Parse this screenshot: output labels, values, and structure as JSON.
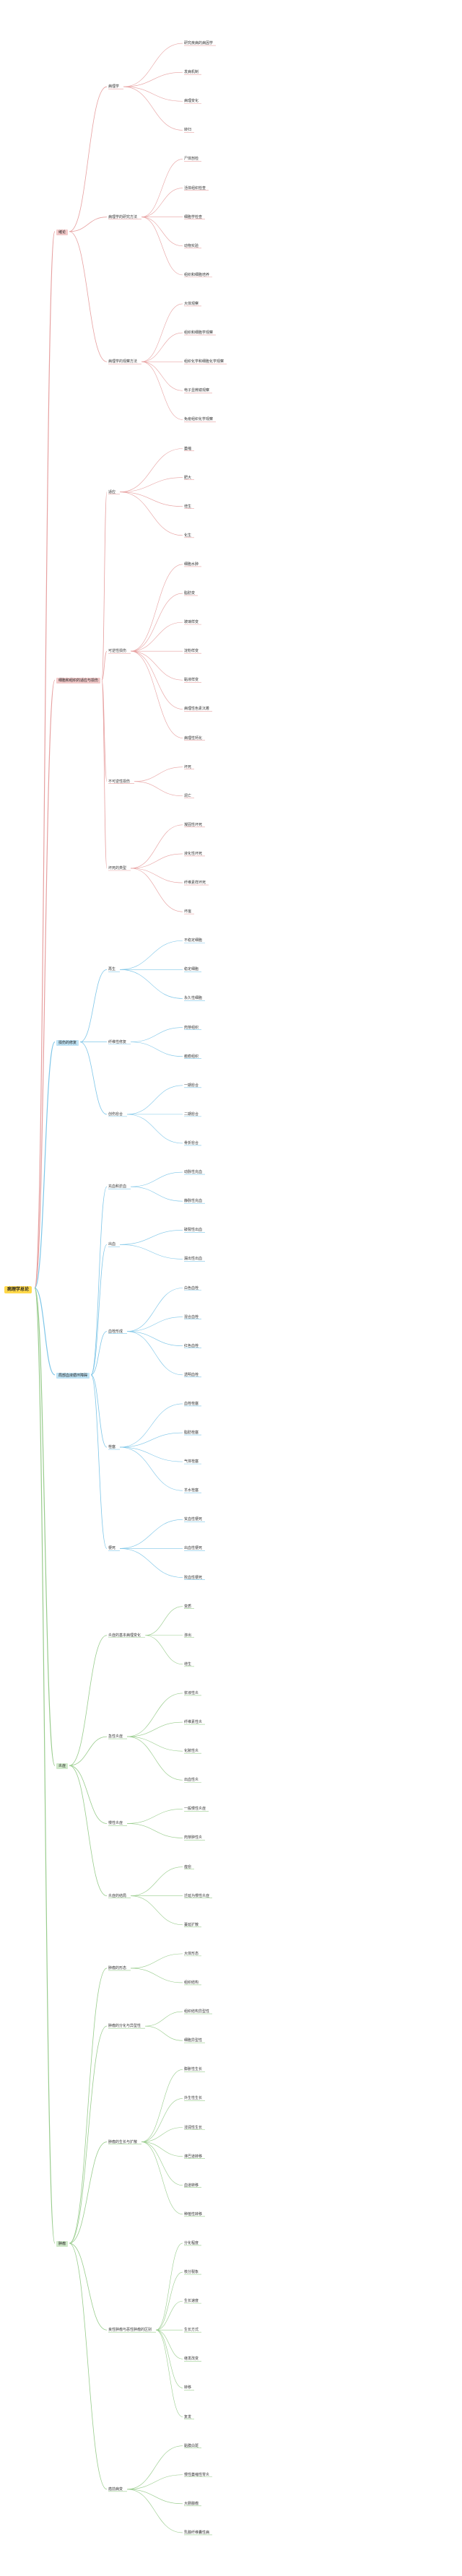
{
  "colors": {
    "root_bg": "#ffd84a",
    "branch_1": "#f2c9c9",
    "branch_2": "#bfe3f5",
    "branch_3": "#cfe8c9",
    "line_1": "#e7a0a0",
    "line_2": "#7ec6e8",
    "line_3": "#98cc8c"
  },
  "root": "病理学总论",
  "sections": [
    {
      "label": "绪论",
      "color": "branch_1",
      "line": "line_1",
      "groups": [
        {
          "label": "病理学",
          "items": [
            "研究疾病的病因学",
            "发病机制",
            "病理变化",
            "转归"
          ]
        },
        {
          "label": "病理学的研究方法",
          "items": [
            "尸体剖检",
            "活体组织检查",
            "细胞学检查",
            "动物实验",
            "组织和细胞培养"
          ]
        },
        {
          "label": "病理学的观察方法",
          "items": [
            "大体观察",
            "组织和细胞学观察",
            "组织化学和细胞化学观察",
            "电子显微镜观察",
            "免疫组织化学观察"
          ]
        }
      ]
    },
    {
      "label": "细胞和组织的适应与损伤",
      "color": "branch_1",
      "line": "line_1",
      "groups": [
        {
          "label": "适应",
          "items": [
            "萎缩",
            "肥大",
            "增生",
            "化生"
          ]
        },
        {
          "label": "可逆性损伤",
          "items": [
            "细胞水肿",
            "脂肪变",
            "玻璃样变",
            "淀粉样变",
            "黏液样变",
            "病理性色素沉着",
            "病理性钙化"
          ]
        },
        {
          "label": "不可逆性损伤",
          "items": [
            "坏死",
            "凋亡"
          ]
        },
        {
          "label": "坏死的类型",
          "items": [
            "凝固性坏死",
            "液化性坏死",
            "纤维素样坏死",
            "坏疽"
          ]
        }
      ]
    },
    {
      "label": "损伤的修复",
      "color": "branch_2",
      "line": "line_2",
      "groups": [
        {
          "label": "再生",
          "items": [
            "不稳定细胞",
            "稳定细胞",
            "永久性细胞"
          ]
        },
        {
          "label": "纤维性修复",
          "items": [
            "肉芽组织",
            "瘢痕组织"
          ]
        },
        {
          "label": "创伤愈合",
          "items": [
            "一期愈合",
            "二期愈合",
            "骨折愈合"
          ]
        }
      ]
    },
    {
      "label": "局部血液循环障碍",
      "color": "branch_2",
      "line": "line_2",
      "groups": [
        {
          "label": "充血和淤血",
          "items": [
            "动脉性充血",
            "静脉性充血"
          ]
        },
        {
          "label": "出血",
          "items": [
            "破裂性出血",
            "漏出性出血"
          ]
        },
        {
          "label": "血栓形成",
          "items": [
            "白色血栓",
            "混合血栓",
            "红色血栓",
            "透明血栓"
          ]
        },
        {
          "label": "栓塞",
          "items": [
            "血栓栓塞",
            "脂肪栓塞",
            "气体栓塞",
            "羊水栓塞"
          ]
        },
        {
          "label": "梗死",
          "items": [
            "贫血性梗死",
            "出血性梗死",
            "败血性梗死"
          ]
        }
      ]
    },
    {
      "label": "炎症",
      "color": "branch_3",
      "line": "line_3",
      "groups": [
        {
          "label": "炎症的基本病理变化",
          "items": [
            "变质",
            "渗出",
            "增生"
          ]
        },
        {
          "label": "急性炎症",
          "items": [
            "浆液性炎",
            "纤维素性炎",
            "化脓性炎",
            "出血性炎"
          ]
        },
        {
          "label": "慢性炎症",
          "items": [
            "一般慢性炎症",
            "肉芽肿性炎"
          ]
        },
        {
          "label": "炎症的结局",
          "items": [
            "痊愈",
            "迁延为慢性炎症",
            "蔓延扩散"
          ]
        }
      ]
    },
    {
      "label": "肿瘤",
      "color": "branch_3",
      "line": "line_3",
      "groups": [
        {
          "label": "肿瘤的形态",
          "items": [
            "大体形态",
            "组织结构"
          ]
        },
        {
          "label": "肿瘤的分化与异型性",
          "items": [
            "组织结构异型性",
            "细胞异型性"
          ]
        },
        {
          "label": "肿瘤的生长与扩散",
          "items": [
            "膨胀性生长",
            "外生性生长",
            "浸润性生长",
            "淋巴道转移",
            "血道转移",
            "种植性转移"
          ]
        },
        {
          "label": "良性肿瘤与恶性肿瘤的区别",
          "items": [
            "分化程度",
            "核分裂象",
            "生长速度",
            "生长方式",
            "继发改变",
            "转移",
            "复发"
          ]
        },
        {
          "label": "癌前病变",
          "items": [
            "黏膜白斑",
            "慢性萎缩性胃炎",
            "大肠腺瘤",
            "乳腺纤维囊性病"
          ]
        }
      ]
    }
  ]
}
